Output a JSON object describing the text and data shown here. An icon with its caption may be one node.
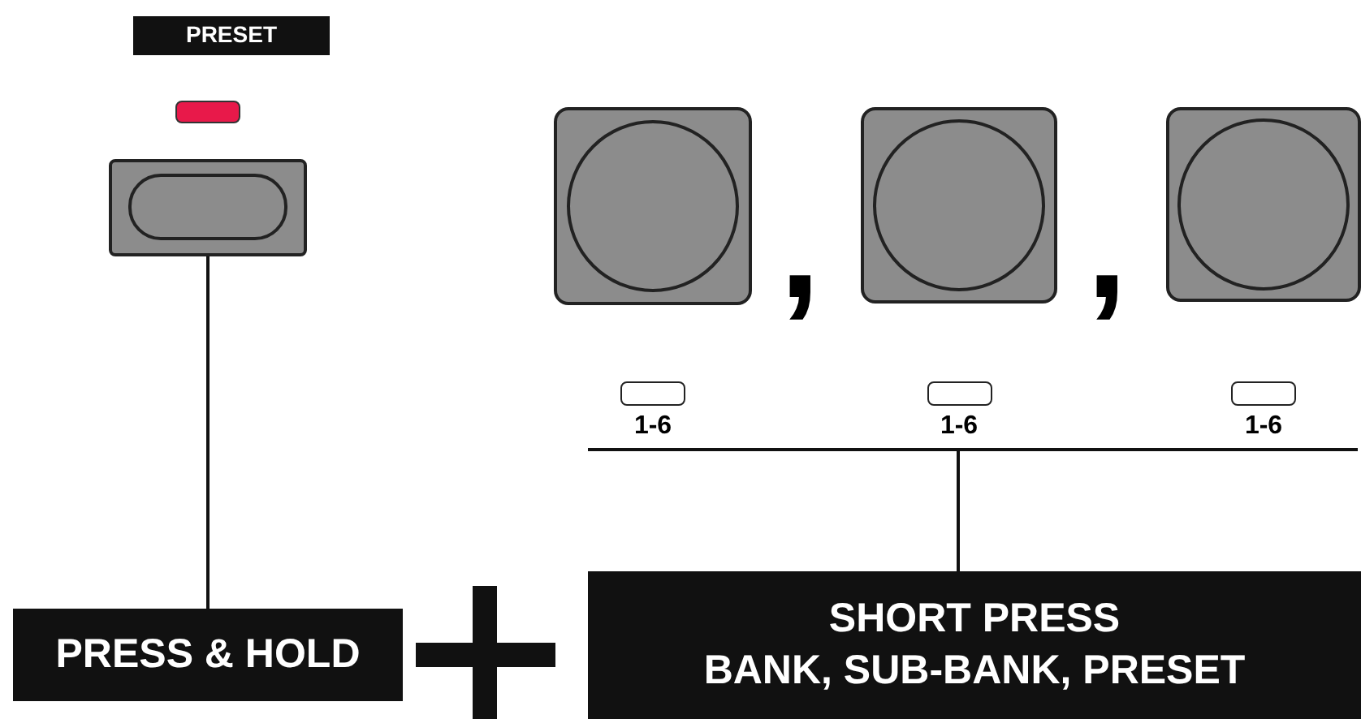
{
  "diagram": {
    "nodes": [
      {
        "text": [
          "PRESET"
        ]
      },
      {
        "text": [],
        "shape": "box"
      },
      {
        "text": [],
        "shape": "box",
        "beside": [
          "1-6"
        ]
      },
      {
        "text": [],
        "shape": "box",
        "beside": [
          "1-6"
        ]
      },
      {
        "text": [],
        "shape": "box",
        "beside": [
          "1-6"
        ]
      },
      {
        "text": [
          "PRESS & HOLD"
        ]
      },
      {
        "text": [
          "SHORT PRESS",
          "BANK, SUB-BANK, PRESET"
        ]
      }
    ],
    "edges": [
      {
        "from": 1,
        "to": 5,
        "arrow": "none"
      },
      {
        "from": 2,
        "to": 6,
        "arrow": "none"
      },
      {
        "from": 3,
        "to": 6,
        "arrow": "none"
      },
      {
        "from": 4,
        "to": 6,
        "arrow": "none"
      }
    ],
    "labels": [
      ",",
      ","
    ]
  }
}
